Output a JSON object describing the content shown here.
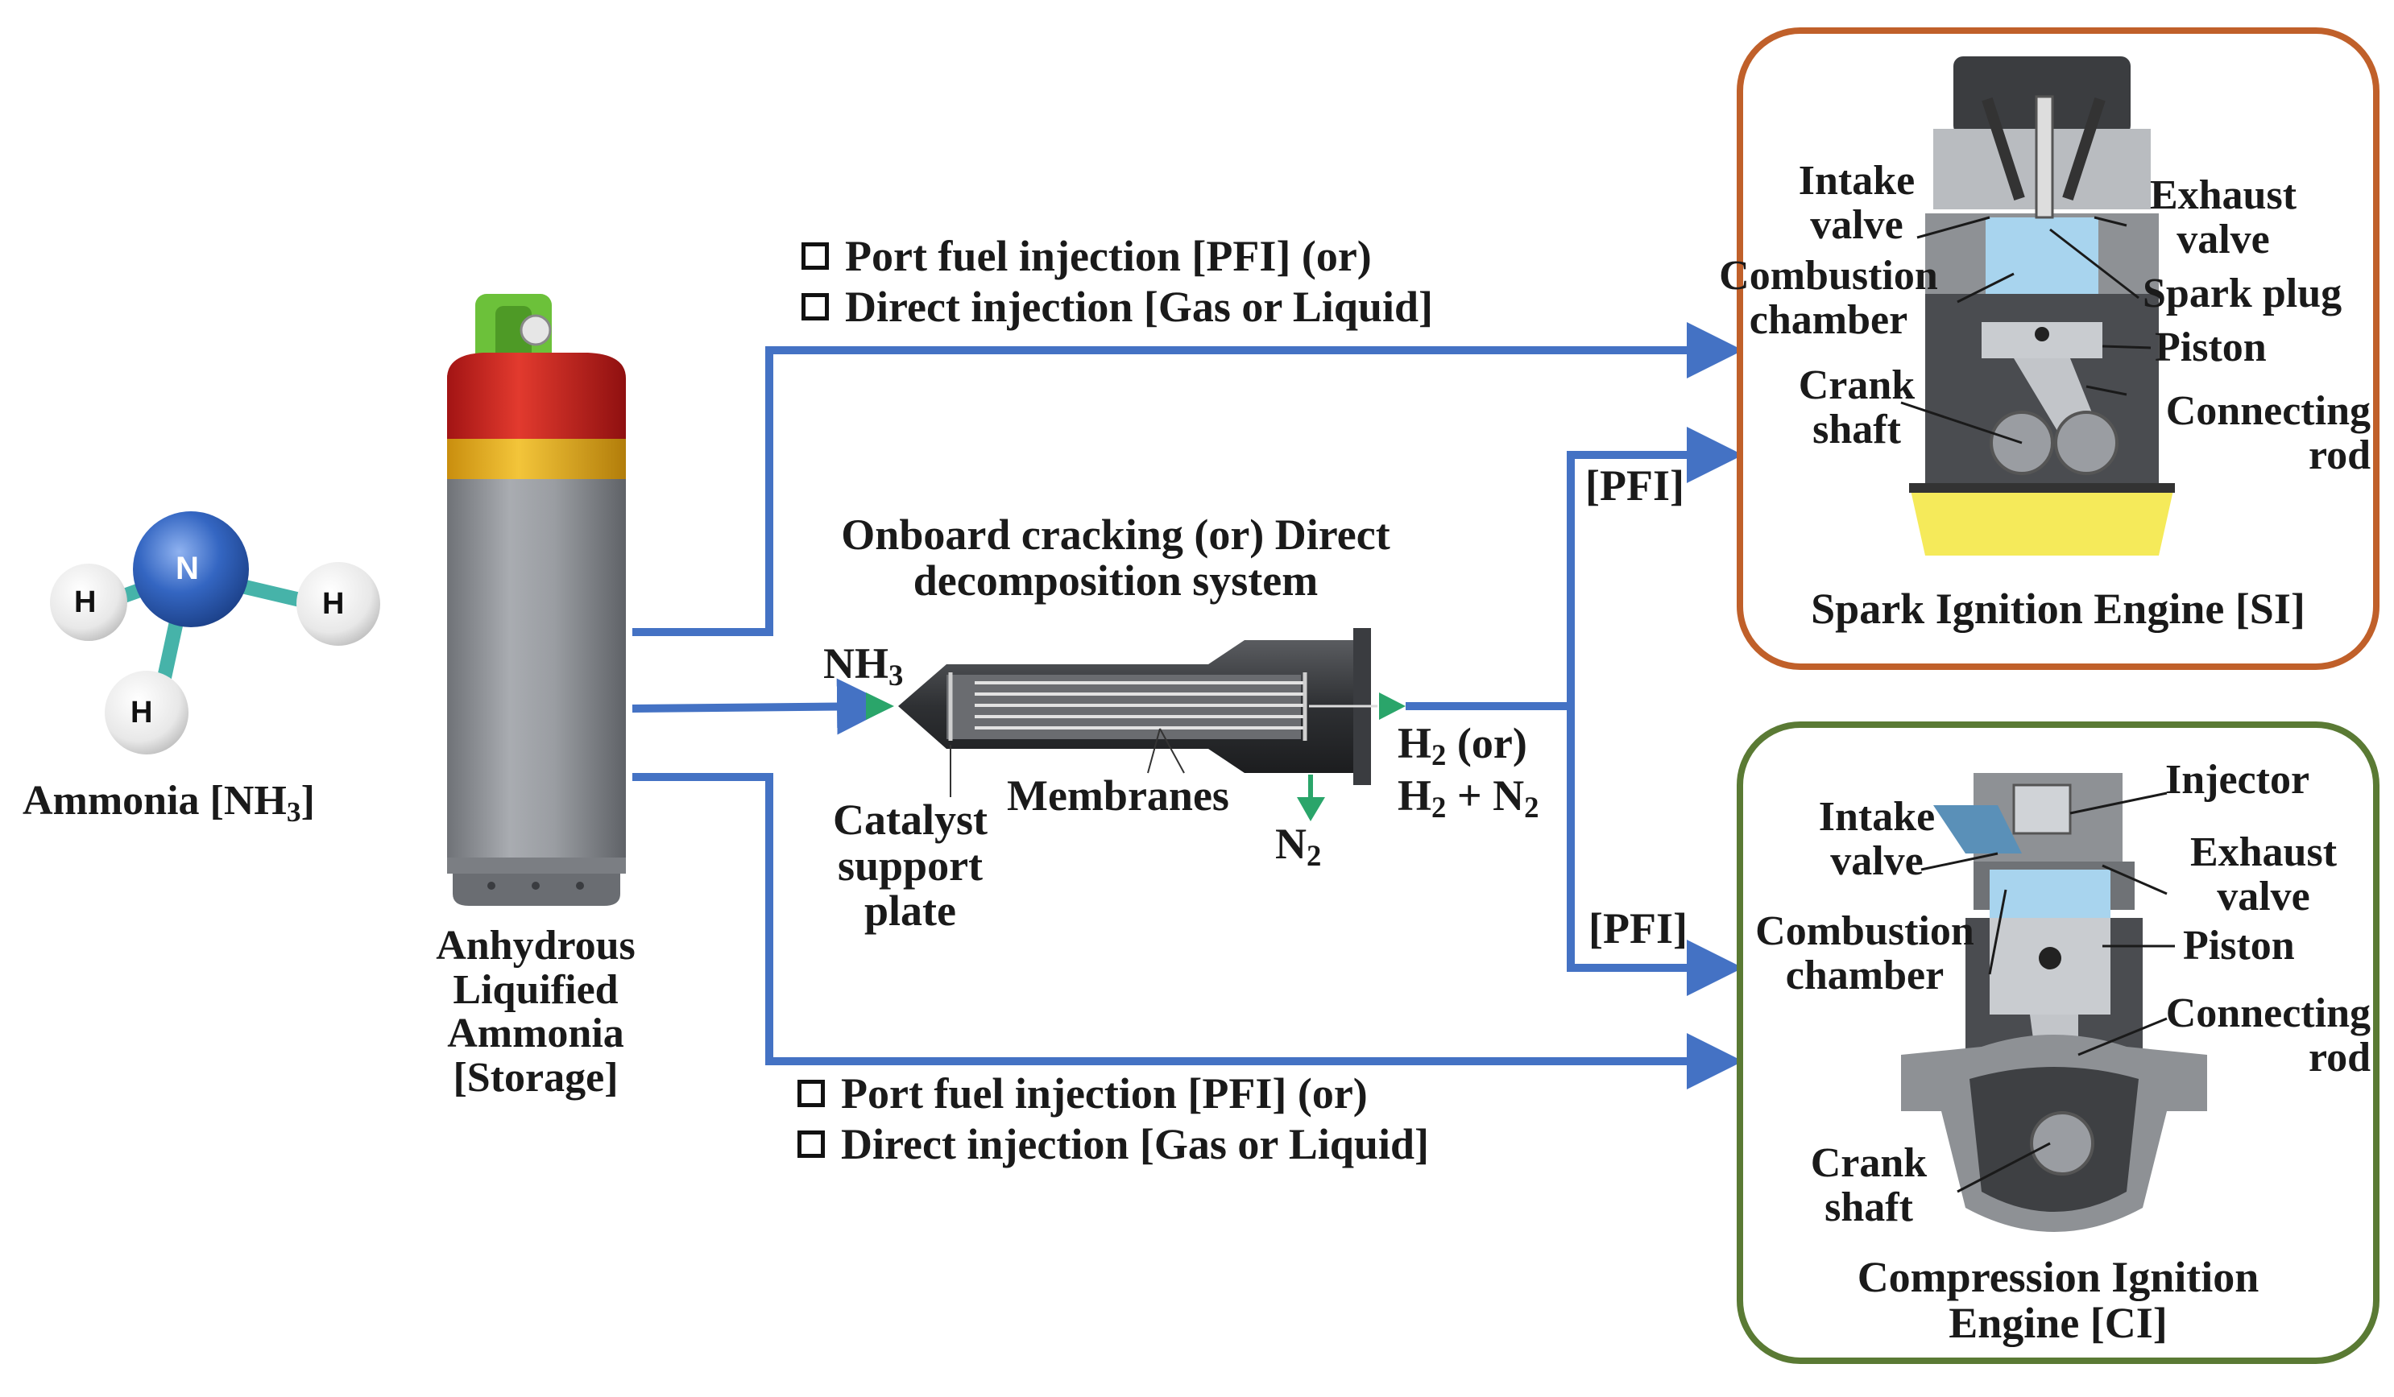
{
  "molecule": {
    "caption_prefix": "Ammonia [NH",
    "caption_sub": "3",
    "caption_suffix": "]",
    "atom_center": "N",
    "atom_h": "H",
    "colors": {
      "nitrogen": "#2d5fb8",
      "hydrogen": "#efefef",
      "bond": "#46b3a9"
    }
  },
  "tank": {
    "label_lines": [
      "Anhydrous",
      "Liquified",
      "Ammonia",
      "[Storage]"
    ],
    "colors": {
      "body": "#8d9096",
      "cap": "#cc1f1f",
      "band": "#e8b21a",
      "valve": "#6cc13a"
    }
  },
  "top_path": {
    "options": [
      "Port fuel injection [PFI] (or)",
      "Direct injection [Gas or Liquid]"
    ]
  },
  "bottom_path": {
    "options": [
      "Port fuel injection [PFI] (or)",
      "Direct injection [Gas or Liquid]"
    ]
  },
  "cracker": {
    "title_lines": [
      "Onboard cracking (or) Direct",
      "decomposition system"
    ],
    "inlet": "NH",
    "inlet_sub": "3",
    "outlet_n2": "N",
    "outlet_n2_sub": "2",
    "product_line1": "H",
    "product_line1_sub": "2",
    "product_line1_suffix": " (or)",
    "product_line2a": "H",
    "product_line2a_sub": "2",
    "product_line2_mid": " + N",
    "product_line2b_sub": "2",
    "catalyst_lines": [
      "Catalyst",
      "support",
      "plate"
    ],
    "membranes": "Membranes"
  },
  "branches": {
    "pfi_upper": "[PFI]",
    "pfi_lower": "[PFI]"
  },
  "si_engine": {
    "title": "Spark Ignition Engine [SI]",
    "border_color": "#c0602a",
    "labels": {
      "intake": [
        "Intake",
        "valve"
      ],
      "exhaust": [
        "Exhaust",
        "valve"
      ],
      "combustion": [
        "Combustion",
        "chamber"
      ],
      "spark": "Spark plug",
      "piston": "Piston",
      "crank": [
        "Crank",
        "shaft"
      ],
      "rod": [
        "Connecting",
        "rod"
      ]
    }
  },
  "ci_engine": {
    "title_lines": [
      "Compression Ignition",
      "Engine [CI]"
    ],
    "border_color": "#5a7a34",
    "labels": {
      "injector": "Injector",
      "intake": [
        "Intake",
        "valve"
      ],
      "exhaust": [
        "Exhaust",
        "valve"
      ],
      "combustion": [
        "Combustion",
        "chamber"
      ],
      "piston": "Piston",
      "rod": [
        "Connecting",
        "rod"
      ],
      "crank": [
        "Crank",
        "shaft"
      ]
    }
  },
  "flow_color": "#4472c4"
}
